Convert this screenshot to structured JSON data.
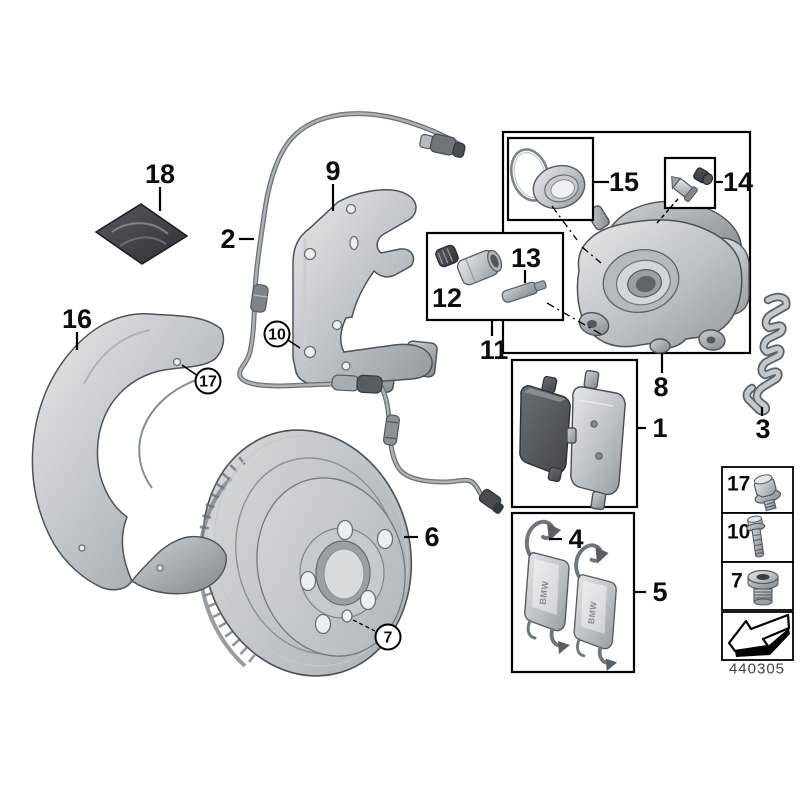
{
  "callouts": {
    "pads": "1",
    "sensor_lead": "2",
    "retaining_spring": "3",
    "clip": "4",
    "clip_kit": "5",
    "brake_disc": "6",
    "set_screw": "7",
    "caliper": "8",
    "carrier_bracket": "9",
    "carrier_bolt": "10",
    "guide_sleeve_kit": "11",
    "guide_bushing": "12",
    "guide_pin": "13",
    "bleeder_valve": "14",
    "seal_repair_kit": "15",
    "dust_shield": "16",
    "shield_screw": "17",
    "grease_packet": "18"
  },
  "fastener_table": {
    "rows": [
      {
        "label": "17",
        "icon": "flange-bolt-icon"
      },
      {
        "label": "10",
        "icon": "hex-bolt-icon"
      },
      {
        "label": "7",
        "icon": "screw-plug-icon"
      }
    ]
  },
  "clip_brand": "BMW",
  "drawing_number": "440305",
  "colors": {
    "background": "#ffffff",
    "line": "#000000",
    "metal_light": "#dfe2e5",
    "metal_mid": "#aab0b5",
    "metal_dark": "#7d838a",
    "dark_part": "#3c4044"
  }
}
